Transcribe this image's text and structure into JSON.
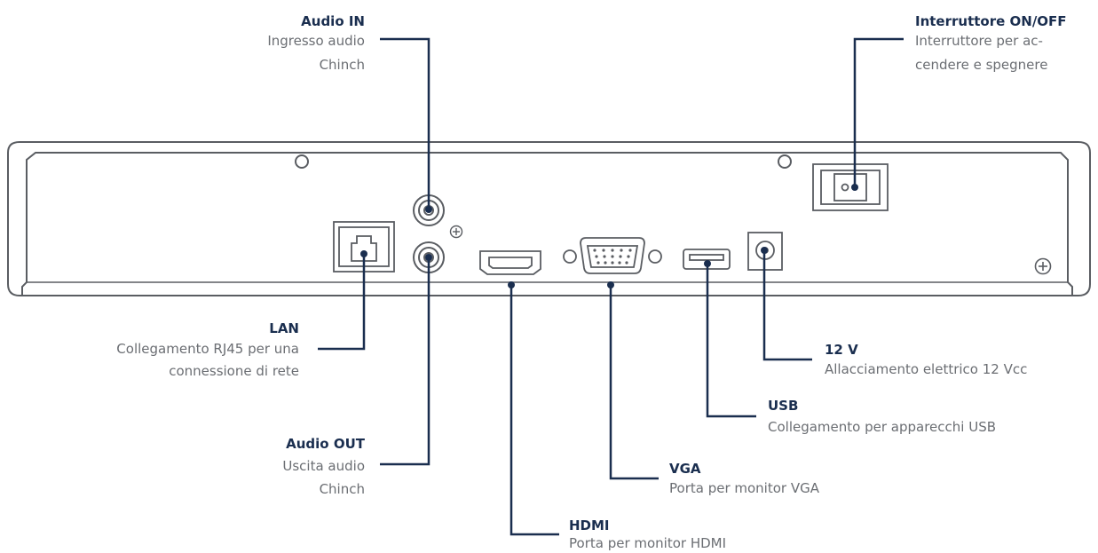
{
  "colors": {
    "line": "#1a2e4f",
    "title": "#1a2e4f",
    "description": "#6b6e73",
    "device_outline": "#5a5d62",
    "device_fill": "#ffffff"
  },
  "callouts": {
    "audio_in": {
      "title": "Audio IN",
      "lines": [
        "Ingresso audio",
        "Chinch"
      ]
    },
    "on_off": {
      "title": "Interruttore ON/OFF",
      "lines": [
        "Interruttore per ac-",
        "cendere e spegnere"
      ]
    },
    "lan": {
      "title": "LAN",
      "lines": [
        "Collegamento RJ45 per una",
        "connessione di rete"
      ]
    },
    "audio_out": {
      "title": "Audio OUT",
      "lines": [
        "Uscita audio",
        "Chinch"
      ]
    },
    "hdmi": {
      "title": "HDMI",
      "lines": [
        "Porta per monitor HDMI"
      ]
    },
    "vga": {
      "title": "VGA",
      "lines": [
        "Porta per monitor VGA"
      ]
    },
    "usb": {
      "title": "USB",
      "lines": [
        "Collegamento per apparecchi USB"
      ]
    },
    "power": {
      "title": "12 V",
      "lines": [
        "Allacciamento elettrico 12 Vcc"
      ]
    }
  },
  "icons": [
    "rj45-port-icon",
    "rca-jack-icon",
    "hdmi-port-icon",
    "vga-port-icon",
    "usb-port-icon",
    "dc-power-jack-icon",
    "rocker-switch-icon",
    "screw-icon"
  ]
}
